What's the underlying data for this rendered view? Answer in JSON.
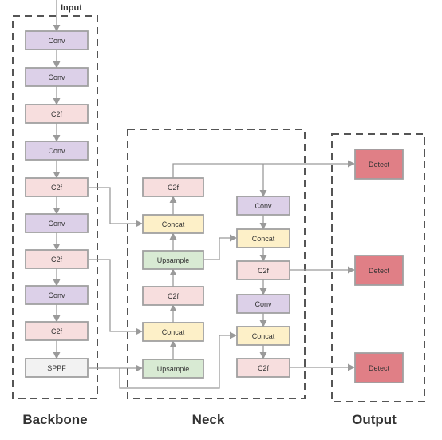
{
  "input_label": "Input",
  "groups": {
    "backbone": "Backbone",
    "neck": "Neck",
    "output": "Output"
  },
  "colors": {
    "conv": "#dcd0e8",
    "c2f": "#f7dede",
    "sppf": "#f2f2f2",
    "concat": "#fdf0c8",
    "upsample": "#d8ead3",
    "detect": "#e07f86",
    "arrow": "#9a9a9a",
    "group_border": "#555555"
  },
  "nodes": {
    "b1": {
      "label": "Conv",
      "type": "conv"
    },
    "b2": {
      "label": "Conv",
      "type": "conv"
    },
    "b3": {
      "label": "C2f",
      "type": "c2f"
    },
    "b4": {
      "label": "Conv",
      "type": "conv"
    },
    "b5": {
      "label": "C2f",
      "type": "c2f"
    },
    "b6": {
      "label": "Conv",
      "type": "conv"
    },
    "b7": {
      "label": "C2f",
      "type": "c2f"
    },
    "b8": {
      "label": "Conv",
      "type": "conv"
    },
    "b9": {
      "label": "C2f",
      "type": "c2f"
    },
    "b10": {
      "label": "SPPF",
      "type": "sppf"
    },
    "n_up1": {
      "label": "Upsample",
      "type": "upsample"
    },
    "n_cat1": {
      "label": "Concat",
      "type": "concat"
    },
    "n_c2f1": {
      "label": "C2f",
      "type": "c2f"
    },
    "n_up2": {
      "label": "Upsample",
      "type": "upsample"
    },
    "n_cat2": {
      "label": "Concat",
      "type": "concat"
    },
    "n_c2f2": {
      "label": "C2f",
      "type": "c2f"
    },
    "n_conv1": {
      "label": "Conv",
      "type": "conv"
    },
    "n_cat3": {
      "label": "Concat",
      "type": "concat"
    },
    "n_c2f3": {
      "label": "C2f",
      "type": "c2f"
    },
    "n_conv2": {
      "label": "Conv",
      "type": "conv"
    },
    "n_cat4": {
      "label": "Concat",
      "type": "concat"
    },
    "n_c2f4": {
      "label": "C2f",
      "type": "c2f"
    },
    "d1": {
      "label": "Detect",
      "type": "detect"
    },
    "d2": {
      "label": "Detect",
      "type": "detect"
    },
    "d3": {
      "label": "Detect",
      "type": "detect"
    }
  }
}
